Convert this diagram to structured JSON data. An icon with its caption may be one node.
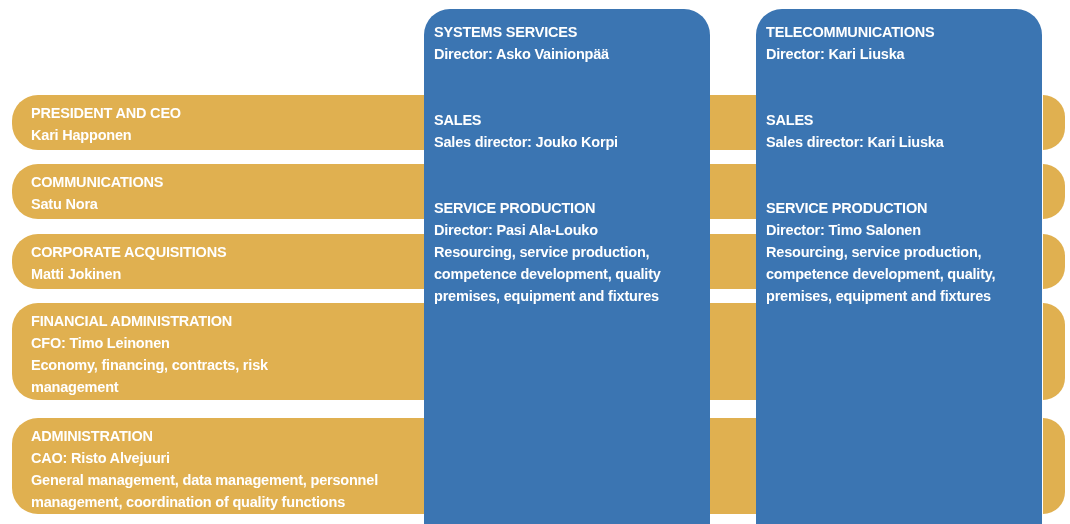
{
  "diagram": {
    "nodes": [
      {
        "text": [
          "PRESIDENT AND CEO",
          "Kari Happonen"
        ]
      },
      {
        "text": [
          "COMMUNICATIONS",
          "Satu Nora"
        ]
      },
      {
        "text": [
          "CORPORATE ACQUISITIONS",
          "Matti Jokinen"
        ]
      },
      {
        "text": [
          "FINANCIAL ADMINISTRATION",
          "CFO: Timo Leinonen",
          "Economy, financing, contracts, risk management"
        ]
      },
      {
        "text": [
          "ADMINISTRATION",
          "CAO: Risto Alvejuuri",
          "General management, data management, personnel management, coordination of quality functions"
        ]
      },
      {
        "text": [
          "SYSTEMS SERVICES",
          "Director: Asko Vainionpää",
          "SALES",
          "Sales director: Jouko Korpi",
          "SERVICE PRODUCTION",
          "Director: Pasi Ala-Louko",
          "Resourcing, service production, competence development, quality premises, equipment and fixtures"
        ]
      },
      {
        "text": [
          "TELECOMMUNICATIONS",
          "Director: Kari Liuska",
          "SALES",
          "Sales director: Kari Liuska",
          "SERVICE PRODUCTION",
          "Director: Timo Salonen",
          "Resourcing, service production, competence development, quality, premises, equipment and fixtures"
        ]
      },
      {
        "text": [],
        "shape": "bar"
      },
      {
        "text": [],
        "shape": "bar"
      },
      {
        "text": [],
        "shape": "bar"
      },
      {
        "text": [],
        "shape": "bar"
      },
      {
        "text": [],
        "shape": "bar"
      },
      {
        "text": [],
        "shape": "bar"
      },
      {
        "text": [],
        "shape": "bar"
      },
      {
        "text": [],
        "shape": "bar"
      },
      {
        "text": [],
        "shape": "bar"
      },
      {
        "text": [],
        "shape": "bar"
      }
    ]
  }
}
